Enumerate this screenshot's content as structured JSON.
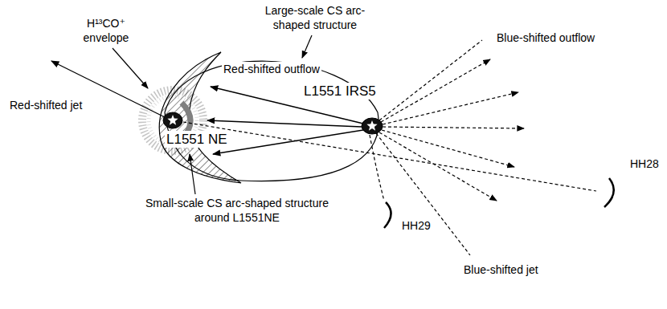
{
  "diagram": {
    "nodes": [
      {
        "text": [
          "L1551 NE"
        ]
      },
      {
        "text": [
          "L1551 IRS5"
        ]
      }
    ],
    "labels": [
      "Large-scale CS arc-shaped structure",
      "H¹³CO⁺ envelope",
      "Red-shifted outflow",
      "Red-shifted jet",
      "Blue-shifted outflow",
      "Small-scale CS arc-shaped structure around L1551NE",
      "HH29",
      "HH28",
      "Blue-shifted jet"
    ]
  }
}
